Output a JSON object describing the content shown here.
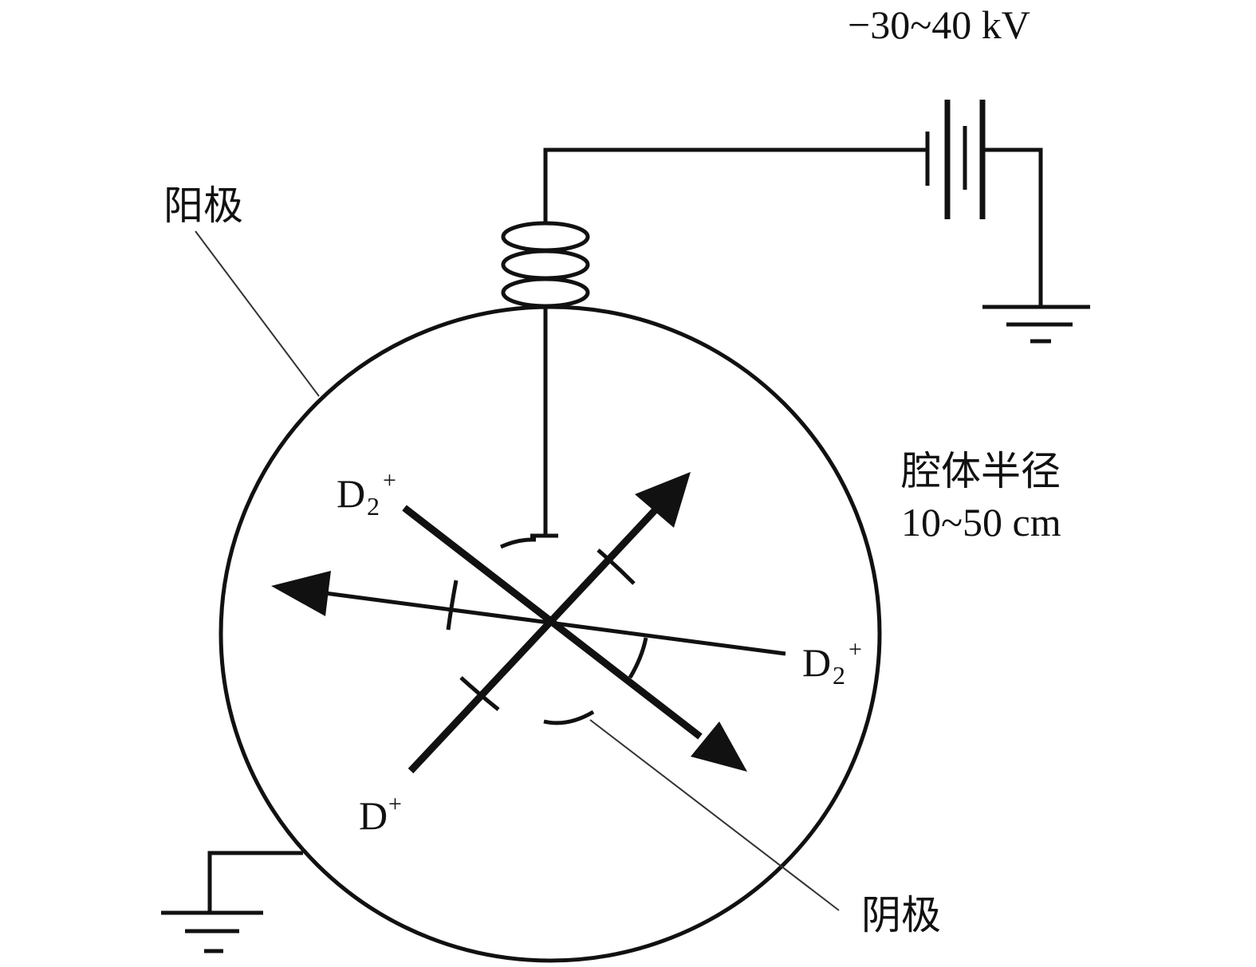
{
  "labels": {
    "voltage": "−30~40 kV",
    "anode": "阳极",
    "cathode": "阴极",
    "chamber_radius_line1": "腔体半径",
    "chamber_radius_line2": "10~50 cm",
    "ion_d2_left": {
      "base": "D",
      "sub": "2",
      "sup": "+"
    },
    "ion_d2_right": {
      "base": "D",
      "sub": "2",
      "sup": "+"
    },
    "ion_d": {
      "base": "D",
      "sup": "+"
    }
  },
  "colors": {
    "stroke": "#111111",
    "leader": "#333333"
  }
}
